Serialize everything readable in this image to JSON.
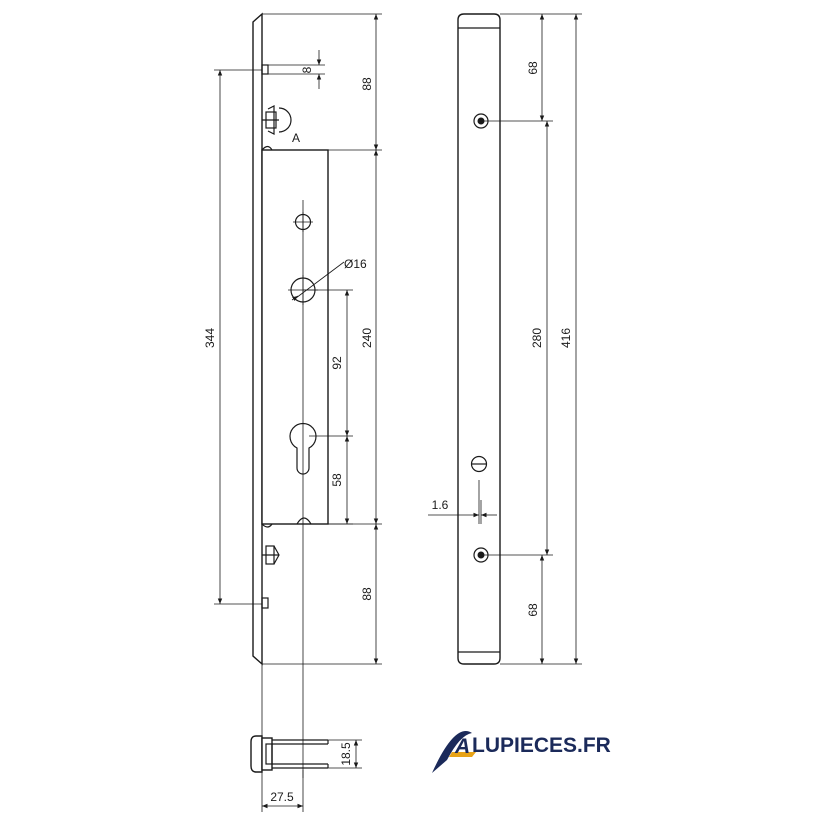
{
  "labels": {
    "dim_88_top": "88",
    "dim_8": "8",
    "detail_a": "A",
    "dim_344": "344",
    "dim_diam16": "Ø16",
    "dim_240": "240",
    "dim_92": "92",
    "dim_58": "58",
    "dim_88_bottom": "88",
    "dim_68_top": "68",
    "dim_280": "280",
    "dim_416": "416",
    "dim_1_6": "1.6",
    "dim_68_bottom": "68",
    "dim_18_5": "18.5",
    "dim_27_5": "27.5"
  },
  "logo": {
    "mark": "A",
    "text": "LUPIECES.FR",
    "color": "#1b2a5a",
    "accent": "#e8a317"
  },
  "colors": {
    "line": "#1a1a1a",
    "background": "#ffffff"
  }
}
